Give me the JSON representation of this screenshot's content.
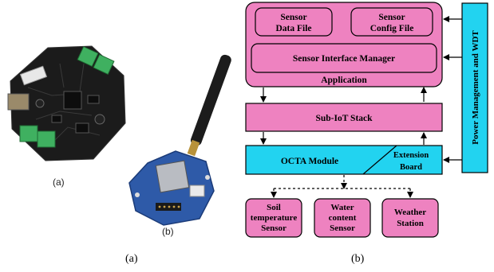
{
  "left_figure": {
    "photo_a_label": "(a)",
    "photo_b_label": "(b)",
    "caption": "(a)"
  },
  "right_figure": {
    "caption": "(b)",
    "application": {
      "title": "Application",
      "sensor_data_file": [
        "Sensor",
        "Data File"
      ],
      "sensor_config_file": [
        "Sensor",
        "Config File"
      ],
      "sensor_interface_manager": "Sensor Interface Manager"
    },
    "subiot_stack": "Sub-IoT Stack",
    "octa_module": "OCTA Module",
    "extension_board": [
      "Extension",
      "Board"
    ],
    "power_management": "Power Management and WDT",
    "sensors": [
      [
        "Soil",
        "temperature",
        "Sensor"
      ],
      [
        "Water",
        "content",
        "Sensor"
      ],
      [
        "Weather",
        "Station"
      ]
    ]
  },
  "colors": {
    "pink": "#ee82c0",
    "cyan": "#22d3f0",
    "board_dark": "#1b1b1b",
    "board_blue": "#2e5aa8",
    "terminal_green": "#3fb060"
  }
}
